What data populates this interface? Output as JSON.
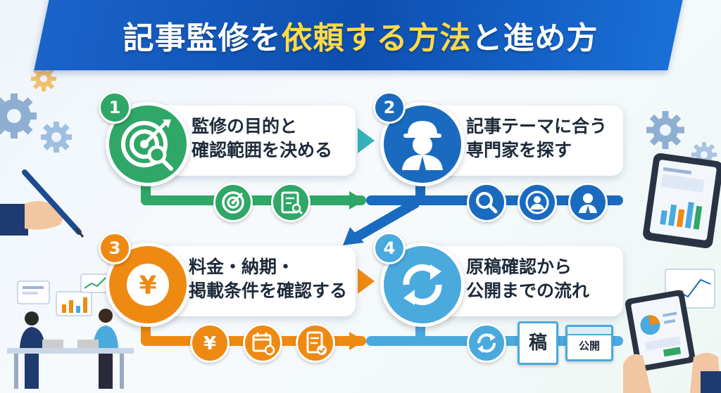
{
  "title": {
    "part1": "記事監修を",
    "part2": "依頼する方法",
    "part3": "と進め方"
  },
  "colors": {
    "green": "#2fa766",
    "blue": "#1a6bbf",
    "orange": "#ee8a12",
    "lightblue": "#4aa9dd"
  },
  "steps": [
    {
      "number": "1",
      "line1": "監修の目的と",
      "line2": "確認範囲を決める",
      "icon": "target-search-icon"
    },
    {
      "number": "2",
      "line1": "記事テーマに合う",
      "line2": "専門家を探す",
      "icon": "expert-person-icon"
    },
    {
      "number": "3",
      "line1": "料金・納期・",
      "line2": "掲載条件を確認する",
      "icon": "yen-coin-icon"
    },
    {
      "number": "4",
      "line1": "原稿確認から",
      "line2": "公開までの流れ",
      "icon": "refresh-cycle-icon"
    }
  ],
  "sub_icon_labels": {
    "manuscript": "稿",
    "publish": "公開"
  }
}
